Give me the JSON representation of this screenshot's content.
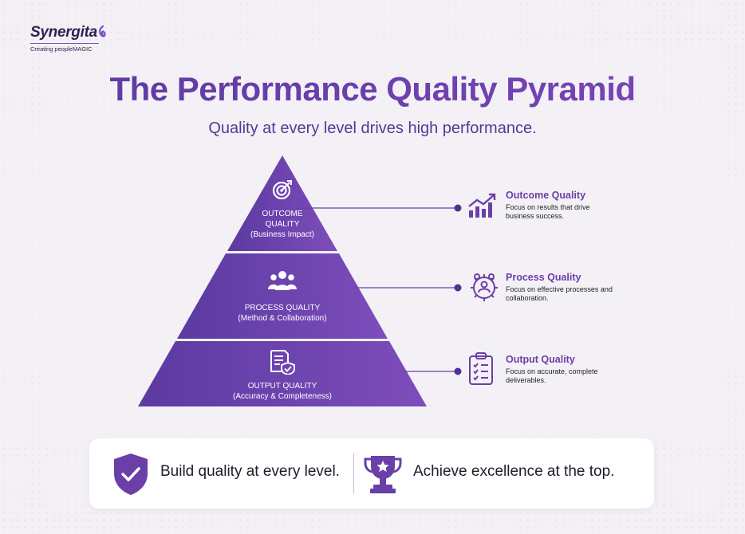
{
  "brand": {
    "name": "Synergita",
    "tagline": "Creating peopleMAGIC"
  },
  "header": {
    "title": "The Performance Quality Pyramid",
    "subtitle": "Quality at every level drives high performance."
  },
  "pyramid": {
    "tiers": [
      {
        "line1": "OUTCOME",
        "line2": "QUALITY",
        "line3": "(Business Impact)",
        "icon": "target-icon"
      },
      {
        "line1": "PROCESS QUALITY",
        "line2": "(Method & Collaboration)",
        "icon": "team-icon"
      },
      {
        "line1": "OUTPUT QUALITY",
        "line2": "(Accuracy & Completeness)",
        "icon": "document-check-icon"
      }
    ],
    "colors": {
      "top": "#7e4dbb",
      "bottom": "#5b3aa1"
    }
  },
  "details": [
    {
      "title": "Outcome Quality",
      "desc": "Focus on results that drive business success.",
      "icon": "growth-chart-icon"
    },
    {
      "title": "Process Quality",
      "desc": "Focus on effective processes and collaboration.",
      "icon": "team-gear-icon"
    },
    {
      "title": "Output Quality",
      "desc": "Focus on accurate, complete deliverables.",
      "icon": "clipboard-checklist-icon"
    }
  ],
  "footer": {
    "left": {
      "text": "Build quality at every level.",
      "icon": "shield-check-icon"
    },
    "right": {
      "text": "Achieve excellence at the top.",
      "icon": "trophy-icon"
    }
  },
  "colors": {
    "accent": "#6a3fa8",
    "text_dark": "#1d1d2b",
    "background": "#f4f1f6"
  }
}
